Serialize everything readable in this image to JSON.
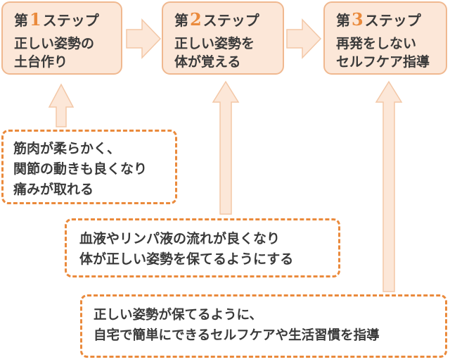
{
  "steps": [
    {
      "label_pre": "第",
      "num": "1",
      "label_post": "ステップ",
      "line1": "正しい姿勢の",
      "line2": "土台作り"
    },
    {
      "label_pre": "第",
      "num": "2",
      "label_post": "ステップ",
      "line1": "正しい姿勢を",
      "line2": "体が覚える"
    },
    {
      "label_pre": "第",
      "num": "3",
      "label_post": "ステップ",
      "line1": "再発をしない",
      "line2": "セルフケア指導"
    }
  ],
  "notes": [
    {
      "lines": [
        "筋肉が柔らかく、",
        "関節の動きも良くなり",
        "痛みが取れる"
      ]
    },
    {
      "lines": [
        "血液やリンパ液の流れが良くなり",
        "体が正しい姿勢を保てるようにする"
      ]
    },
    {
      "lines": [
        "正しい姿勢が保てるように、",
        "自宅で簡単にできるセルフケアや生活習慣を指導"
      ]
    }
  ],
  "colors": {
    "step_fill": "#fce7d8",
    "step_border": "#f0b88f",
    "step_number": "#ea8a3c",
    "note_border": "#ea8a3c",
    "arrow_fill": "#fce7d8",
    "arrow_stroke": "#f3c7a6"
  }
}
